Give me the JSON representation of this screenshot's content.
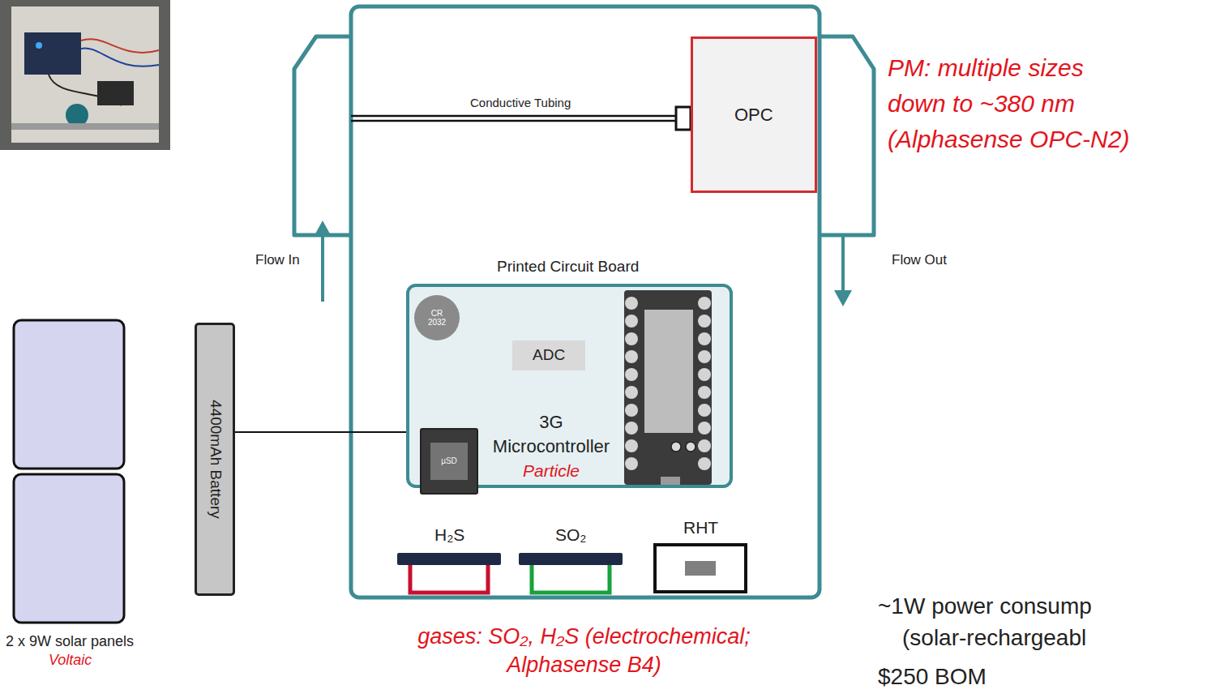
{
  "diagram": {
    "nodes": [
      {
        "text": [
          "OPC"
        ]
      },
      {
        "text": [
          "Printed Circuit Board",
          "3G Microcontroller",
          "Particle"
        ]
      },
      {
        "text": [
          "CR 2032"
        ],
        "in": 1
      },
      {
        "text": [
          "ADC"
        ],
        "in": 1
      },
      {
        "text": [
          "µSD"
        ],
        "in": 1
      },
      {
        "text": [
          "4400mAh Battery"
        ]
      },
      {
        "text": [
          "2 x 9W solar panels",
          "Voltaic"
        ]
      },
      {
        "text": [
          "H₂S"
        ]
      },
      {
        "text": [
          "SO₂"
        ]
      },
      {
        "text": [
          "RHT"
        ]
      }
    ],
    "edges": [
      {
        "from": 5,
        "to": 1,
        "arrow": "none"
      }
    ],
    "labels": [
      "Conductive Tubing",
      "Flow In",
      "Flow Out",
      "PM: multiple sizes down to ~380 nm (Alphasense OPC-N2)",
      "gases: SO₂, H₂S (electrochemical; Alphasense B4)",
      "~1W power consump",
      "(solar-rechargeabl",
      "$250 BOM"
    ]
  }
}
